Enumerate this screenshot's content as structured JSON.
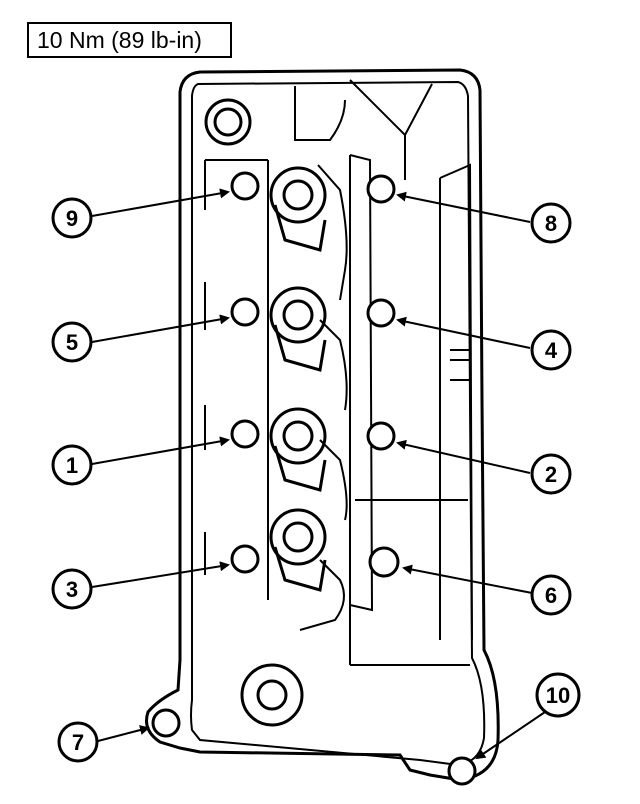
{
  "spec": {
    "torque": "10 Nm (89 lb-in)"
  },
  "callouts": [
    "1",
    "2",
    "3",
    "4",
    "5",
    "6",
    "7",
    "8",
    "9",
    "10"
  ]
}
